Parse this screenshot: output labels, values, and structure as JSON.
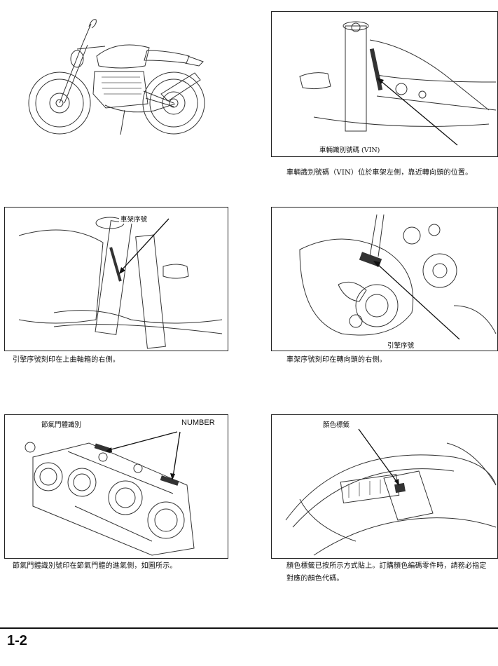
{
  "figures": {
    "vin": {
      "label": "車輛識別號碼 (VIN)",
      "caption": "車輛識別號碼（VIN）位於車架左側，靠近轉向頭的位置。"
    },
    "frame_serial": {
      "label": "車架序號",
      "caption": "引擎序號刻印在上曲軸箱的右側。"
    },
    "engine_serial": {
      "label": "引擎序號",
      "caption": "車架序號刻印在轉向頭的右側。"
    },
    "throttle_body": {
      "label": "節氣門體識別",
      "number_label": "NUMBER",
      "caption": "節氣門體識別號印在節氣門體的進氣側，如圖所示。"
    },
    "color_label": {
      "label": "顏色標籤",
      "caption_line1": "顏色標籤已按所示方式貼上。訂購顏色編碼零件時，請務必指定",
      "caption_line2": "對應的顏色代碼。"
    }
  },
  "footer": {
    "page_number": "1-2"
  }
}
